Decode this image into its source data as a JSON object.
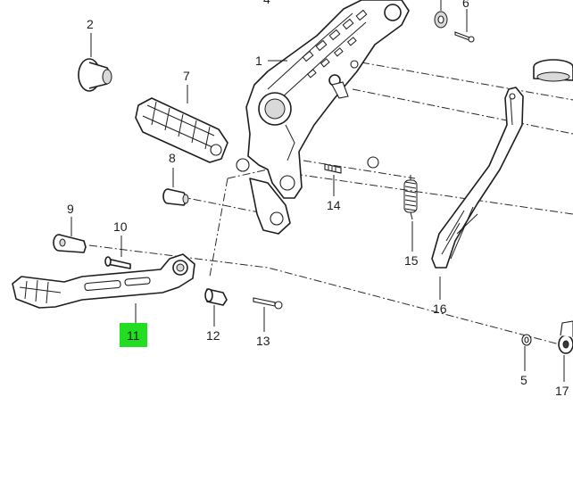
{
  "callouts": {
    "c1": "1",
    "c2": "2",
    "c4": "4",
    "c5": "5",
    "c6": "6",
    "c7": "7",
    "c8": "8",
    "c9": "9",
    "c10": "10",
    "c11": "11",
    "c12": "12",
    "c13": "13",
    "c14": "14",
    "c15": "15",
    "c16": "16",
    "c17": "17"
  },
  "highlight": {
    "part": "11",
    "color": "#22dd22"
  },
  "colors": {
    "line": "#1e1e1e",
    "background": "#ffffff"
  }
}
